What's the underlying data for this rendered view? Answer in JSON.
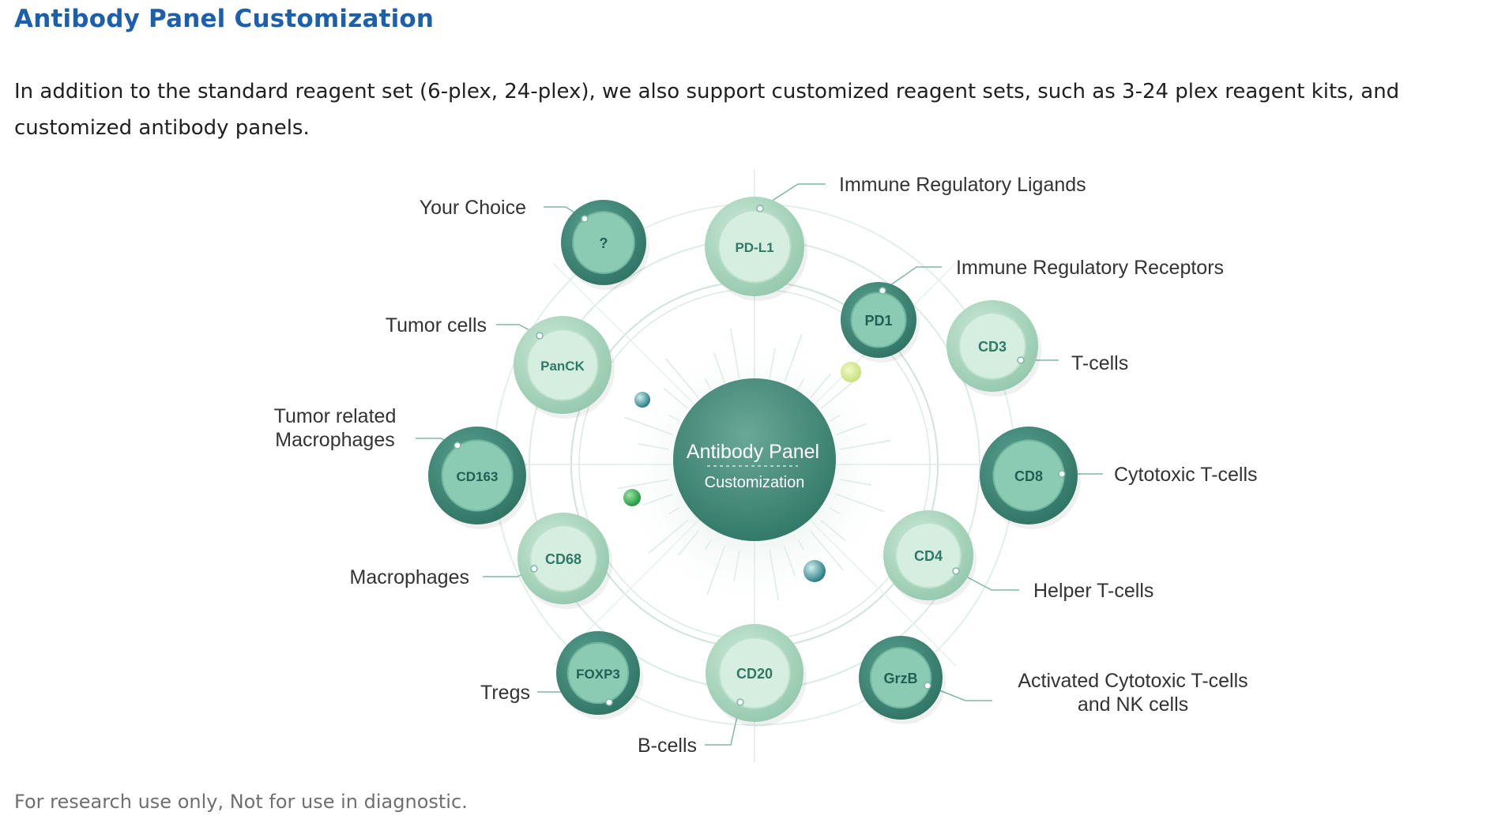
{
  "page": {
    "title": "Antibody Panel Customization",
    "intro": "In addition to the standard reagent set (6-plex, 24-plex), we also support customized reagent sets, such as 3-24 plex reagent kits, and customized antibody panels.",
    "footer": "For research use only, Not for use in diagnostic."
  },
  "diagram": {
    "center": {
      "title": "Antibody Panel",
      "subtitle": "Customization"
    },
    "nodes": [
      {
        "marker": "PD-L1",
        "label_lines": [
          "Immune Regulatory Ligands"
        ],
        "shade": "light"
      },
      {
        "marker": "PD1",
        "label_lines": [
          "Immune Regulatory Receptors"
        ],
        "shade": "dark"
      },
      {
        "marker": "CD3",
        "label_lines": [
          "T-cells"
        ],
        "shade": "light"
      },
      {
        "marker": "CD8",
        "label_lines": [
          "Cytotoxic T-cells"
        ],
        "shade": "dark"
      },
      {
        "marker": "CD4",
        "label_lines": [
          "Helper T-cells"
        ],
        "shade": "light"
      },
      {
        "marker": "GrzB",
        "label_lines": [
          "Activated Cytotoxic T-cells",
          "and NK cells"
        ],
        "shade": "dark"
      },
      {
        "marker": "CD20",
        "label_lines": [
          "B-cells"
        ],
        "shade": "light"
      },
      {
        "marker": "FOXP3",
        "label_lines": [
          "Tregs"
        ],
        "shade": "dark"
      },
      {
        "marker": "CD68",
        "label_lines": [
          "Macrophages"
        ],
        "shade": "light"
      },
      {
        "marker": "CD163",
        "label_lines": [
          "Tumor related",
          "Macrophages"
        ],
        "shade": "dark"
      },
      {
        "marker": "PanCK",
        "label_lines": [
          "Tumor cells"
        ],
        "shade": "light"
      },
      {
        "marker": "?",
        "label_lines": [
          "Your Choice"
        ],
        "shade": "dark"
      }
    ],
    "colors": {
      "light_outer": "#a9d6bd",
      "light_inner": "#d6eee0",
      "light_text": "#2e7a66",
      "dark_outer": "#3f8c7a",
      "dark_inner": "#8ccbb3",
      "dark_text": "#1f5f54",
      "center": "#3f8877",
      "leader": "#7fb8a8",
      "ring": "#d6e8e1"
    }
  }
}
